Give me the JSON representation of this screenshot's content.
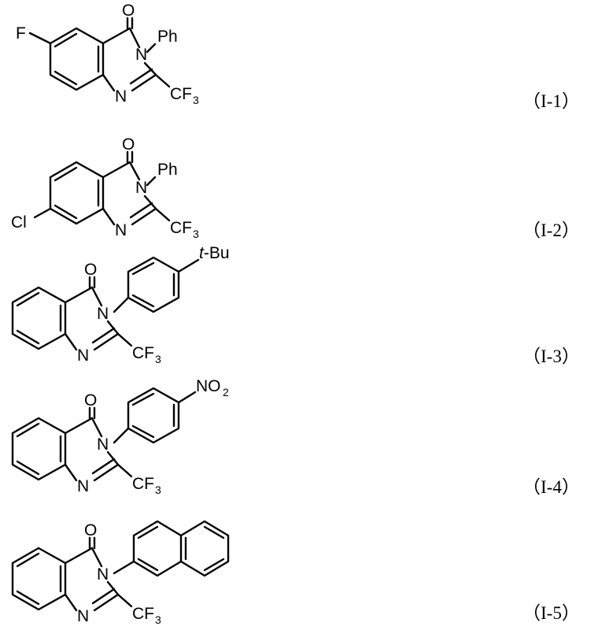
{
  "atoms": {
    "O": "O",
    "N": "N",
    "Ph": "Ph",
    "F": "F",
    "Cl": "Cl",
    "CF": "CF",
    "three": "3",
    "NO": "NO",
    "two": "2",
    "t": "t",
    "Bu": "-Bu"
  },
  "compounds": [
    {
      "label": "（I-1）"
    },
    {
      "label": "（I-2）"
    },
    {
      "label": "（I-3）"
    },
    {
      "label": "（I-4）"
    },
    {
      "label": "（I-5）"
    }
  ]
}
